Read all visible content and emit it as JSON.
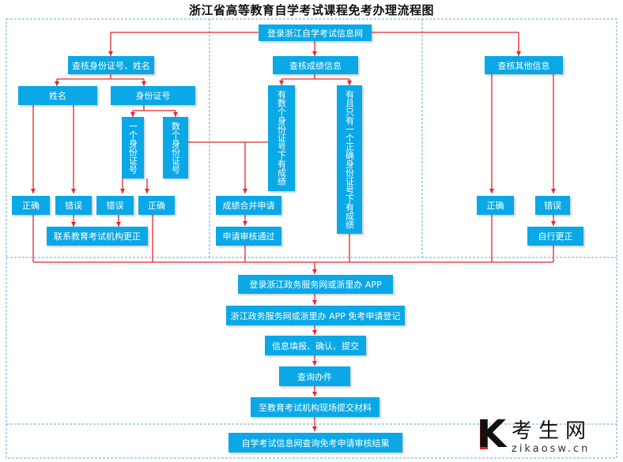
{
  "title": "浙江省高等教育自学考试课程免考办理流程图",
  "nodes": {
    "login_site": "登录浙江自学考试信息网",
    "check_id_name": "查核身份证号、姓名",
    "check_scores": "查核成绩信息",
    "check_other": "查核其他信息",
    "name": "姓名",
    "id_number": "身份证号",
    "one_id": "一个身份证号",
    "multi_id": "数个身份证号",
    "scores_multi": "有数个身份证号下有成绩",
    "scores_single": "有且只有一个正确身份证号下有成绩",
    "name_correct": "正确",
    "name_wrong": "错误",
    "id_wrong": "错误",
    "id_correct": "正确",
    "merge_apply": "成绩合并申请",
    "review_pass": "申请审核通过",
    "contact_agency": "联系教育考试机构更正",
    "other_correct": "正确",
    "other_wrong": "错误",
    "self_correct": "自行更正",
    "login_gov": "登录浙江政务服务网或浙里办 APP",
    "gov_register": "浙江政务服务网或浙里办 APP 免考申请登记",
    "fill_info": "信息填报、确认、提交",
    "query_status": "查询办件",
    "submit_materials": "至教育考试机构现场提交材料",
    "query_result": "自学考试信息网查询免考申请审核结果"
  },
  "watermark": {
    "brand_letter": "K",
    "brand_name": "考生网",
    "url": "zikaosw.cn"
  },
  "colors": {
    "box": "#0aa8e6",
    "arrow": "#e8262e",
    "frame": "#6aa9d6"
  }
}
